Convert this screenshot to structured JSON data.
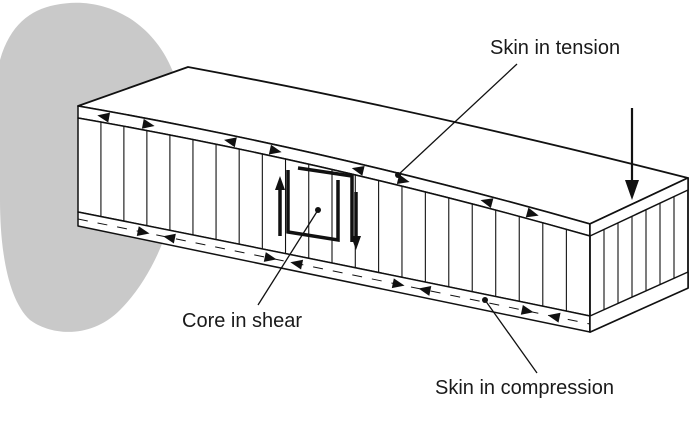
{
  "diagram": {
    "labels": {
      "tension": "Skin in tension",
      "shear": "Core in shear",
      "compression": "Skin in compression"
    },
    "colors": {
      "wall": "#c9c9c9",
      "stroke": "#111111",
      "face": "#ffffff"
    }
  }
}
